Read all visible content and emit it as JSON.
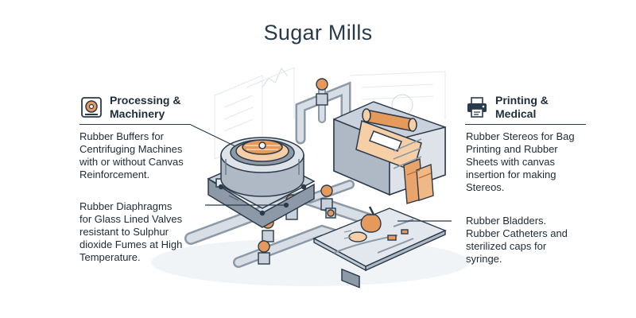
{
  "title": "Sugar Mills",
  "left": {
    "heading_line1": "Processing &",
    "heading_line2": "Machinery",
    "icon": "centrifuge-icon",
    "item1": [
      "Rubber Buffers for",
      "Centrifuging Machines",
      "with or without Canvas",
      "Reinforcement."
    ],
    "item2": [
      "Rubber Diaphragms",
      "for Glass Lined Valves",
      "resistant to Sulphur",
      "dioxide Fumes at High",
      "Temperature."
    ]
  },
  "right": {
    "heading_line1": "Printing &",
    "heading_line2": "Medical",
    "icon": "printer-icon",
    "item1": [
      "Rubber Stereos for Bag",
      "Printing and Rubber",
      "Sheets with canvas",
      "insertion for making",
      "Stereos."
    ],
    "item2": [
      "Rubber Bladders.",
      "Rubber Catheters and",
      "sterilized caps for",
      "syringe."
    ]
  },
  "colors": {
    "ink": "#2b3a4a",
    "steel": "#c9d2dc",
    "steel_dark": "#8d99a6",
    "orange": "#e59a5c",
    "orange_light": "#f6cfa6",
    "gridline": "#e3e8ee"
  }
}
